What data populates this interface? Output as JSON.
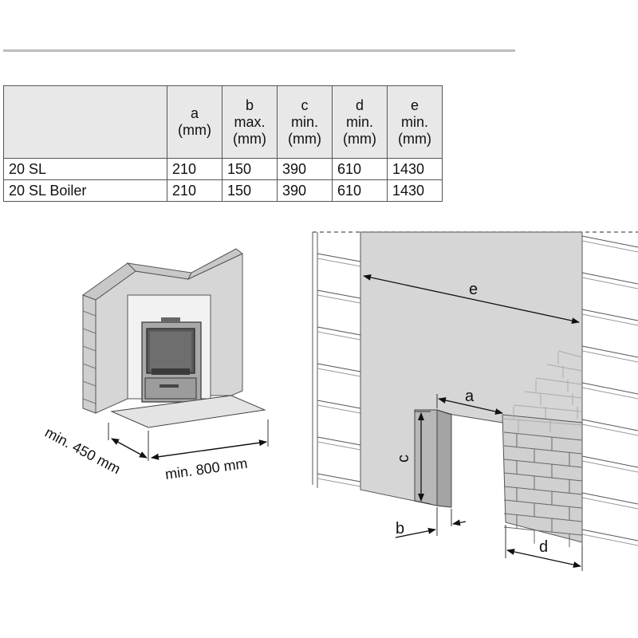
{
  "table": {
    "headers": [
      {
        "key": "blank",
        "text": ""
      },
      {
        "key": "a",
        "text": "a\n(mm)"
      },
      {
        "key": "b",
        "text": "b\nmax.\n(mm)"
      },
      {
        "key": "c",
        "text": "c\nmin.\n(mm)"
      },
      {
        "key": "d",
        "text": "d\nmin.\n(mm)"
      },
      {
        "key": "e",
        "text": "e\nmin.\n(mm)"
      }
    ],
    "rows": [
      {
        "model": "20 SL",
        "a": "210",
        "b": "150",
        "c": "390",
        "d": "610",
        "e": "1430"
      },
      {
        "model": "20 SL Boiler",
        "a": "210",
        "b": "150",
        "c": "390",
        "d": "610",
        "e": "1430"
      }
    ]
  },
  "left_figure": {
    "depth_label": "min. 450 mm",
    "width_label": "min. 800 mm"
  },
  "right_figure": {
    "label_a": "a",
    "label_b": "b",
    "label_c": "c",
    "label_d": "d",
    "label_e": "e"
  },
  "colors": {
    "wall_fill": "#d6d6d6",
    "shade_fill": "#bdbdbd",
    "rule": "#bdbdbd",
    "header_bg": "#e8e8e8"
  }
}
